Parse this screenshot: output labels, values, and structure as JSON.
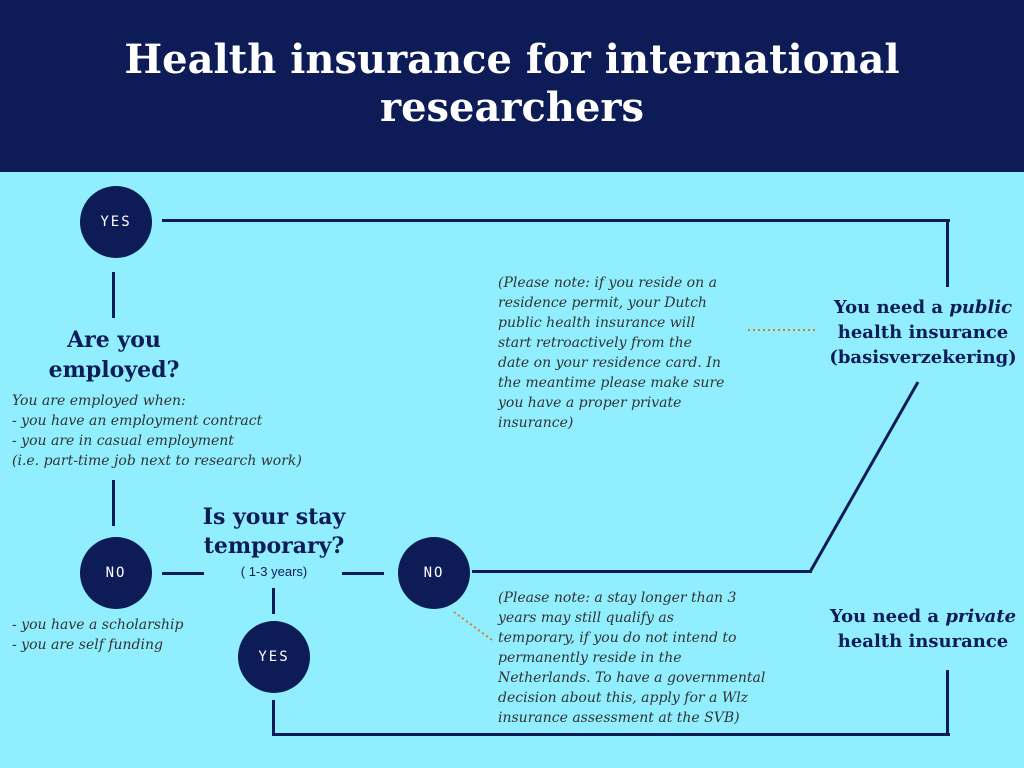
{
  "header": {
    "title_line1": "Health insurance for international",
    "title_line2": "researchers"
  },
  "nodes": {
    "yes_top": "YES",
    "no_left": "NO",
    "no_mid": "NO",
    "yes_bottom": "YES"
  },
  "questions": {
    "employed_line1": "Are you",
    "employed_line2": "employed?",
    "temporary_line1": "Is your stay",
    "temporary_line2": "temporary?",
    "temporary_range": "( 1-3 years)"
  },
  "notes": {
    "employed_when": [
      "You are employed when:",
      "- you have an employment contract",
      "- you are in casual employment",
      "(i.e. part-time job next to research work)"
    ],
    "not_employed": [
      "- you have a scholarship",
      "- you are self funding"
    ],
    "residence_permit": [
      "(Please note: if you reside on a",
      "residence permit, your Dutch",
      "public health insurance will",
      "start retroactively from the",
      "date on your residence card. In",
      "the meantime please make sure",
      "you have a proper private",
      "insurance)"
    ],
    "longer_stay": [
      "(Please note: a stay longer than 3",
      "years may still qualify as",
      "temporary, if you do not intend to",
      "permanently reside in the",
      "Netherlands. To have a governmental",
      "decision about this, apply for a Wlz",
      "insurance assessment at the SVB)"
    ]
  },
  "results": {
    "public_prefix": "You need a ",
    "public_emph": "public",
    "public_line2": "health insurance",
    "public_line3": "(basisverzekering)",
    "private_prefix": "You need a ",
    "private_emph": "private",
    "private_line2": "health insurance"
  },
  "colors": {
    "header_bg": "#0d1b56",
    "body_bg": "#90eefe",
    "node": "#0d1b56",
    "dotted_connector": "#e07b2a"
  }
}
